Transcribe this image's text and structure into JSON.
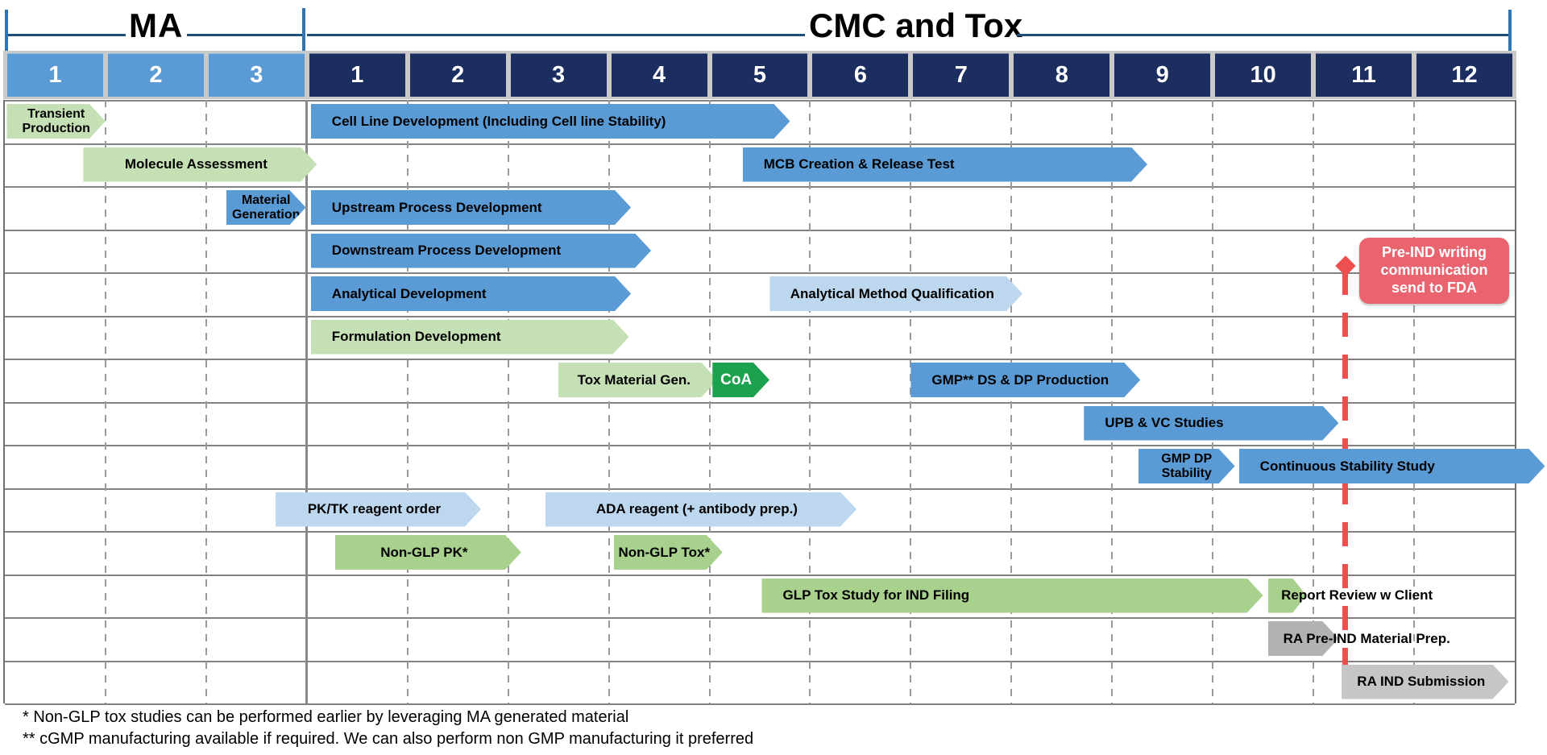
{
  "titles": {
    "ma": "MA",
    "cmc": "CMC and Tox"
  },
  "header": {
    "ma_months": [
      "1",
      "2",
      "3"
    ],
    "cmc_months": [
      "1",
      "2",
      "3",
      "4",
      "5",
      "6",
      "7",
      "8",
      "9",
      "10",
      "11",
      "12"
    ]
  },
  "palette": {
    "blue": "#5b9bd5",
    "lightBlue": "#bdd7ee",
    "lightGreen": "#c5e0b4",
    "medGreen": "#a9d18e",
    "coaGreen": "#1ca24f",
    "gray1": "#b2b2b2",
    "gray2": "#c6c6c6",
    "headerBlue": "#5b9bd5",
    "headerNavy": "#1b2e5f",
    "bracketBlue": "#2e75b6",
    "red": "#e9646f"
  },
  "timeline": {
    "columns_total": 15,
    "ma_columns": 3,
    "cmc_columns": 12,
    "rows": [
      {
        "bars": [
          {
            "id": "transient-production",
            "start": 0.02,
            "end": 1.0,
            "color": "lightGreen",
            "lines": [
              "Transient",
              "Production"
            ]
          },
          {
            "id": "cell-line-development",
            "start": 3.04,
            "end": 7.8,
            "color": "blue",
            "label": "Cell Line Development (Including Cell line Stability)",
            "align": "left"
          }
        ]
      },
      {
        "bars": [
          {
            "id": "molecule-assessment",
            "start": 0.78,
            "end": 3.02,
            "color": "lightGreen",
            "label": "Molecule Assessment"
          },
          {
            "id": "mcb-creation-release-test",
            "start": 7.33,
            "end": 11.35,
            "color": "blue",
            "label": "MCB Creation & Release Test",
            "align": "left"
          }
        ]
      },
      {
        "bars": [
          {
            "id": "material-generation",
            "start": 2.2,
            "end": 2.99,
            "color": "blue",
            "lines": [
              "Material",
              "Generation"
            ]
          },
          {
            "id": "upstream-process-development",
            "start": 3.04,
            "end": 6.22,
            "color": "blue",
            "label": "Upstream Process Development",
            "align": "left"
          }
        ]
      },
      {
        "bars": [
          {
            "id": "downstream-process-development",
            "start": 3.04,
            "end": 6.42,
            "color": "blue",
            "label": "Downstream Process Development",
            "align": "left"
          }
        ]
      },
      {
        "bars": [
          {
            "id": "analytical-development",
            "start": 3.04,
            "end": 6.22,
            "color": "blue",
            "label": "Analytical Development",
            "align": "left"
          },
          {
            "id": "analytical-method-qualification",
            "start": 7.6,
            "end": 10.03,
            "color": "lightBlue",
            "label": "Analytical Method Qualification"
          }
        ]
      },
      {
        "bars": [
          {
            "id": "formulation-development",
            "start": 3.04,
            "end": 6.2,
            "color": "lightGreen",
            "label": "Formulation Development",
            "align": "left"
          }
        ]
      },
      {
        "bars": [
          {
            "id": "tox-material-gen",
            "start": 5.5,
            "end": 7.0,
            "color": "lightGreen",
            "label": "Tox Material Gen."
          },
          {
            "id": "coa-milestone",
            "start": 7.03,
            "end": 7.5,
            "color": "coaGreen",
            "label": "CoA",
            "white_text": true
          },
          {
            "id": "gmp-ds-dp-production",
            "start": 9.0,
            "end": 11.28,
            "color": "blue",
            "label": "GMP** DS & DP Production",
            "align": "left"
          }
        ]
      },
      {
        "bars": [
          {
            "id": "upb-vc-studies",
            "start": 10.72,
            "end": 13.25,
            "color": "blue",
            "label": "UPB & VC Studies",
            "align": "left"
          }
        ]
      },
      {
        "bars": [
          {
            "id": "gmp-dp-stability",
            "start": 11.26,
            "end": 12.22,
            "color": "blue",
            "lines": [
              "GMP DP",
              "Stability"
            ]
          },
          {
            "id": "continuous-stability-study",
            "start": 12.26,
            "end": 15.3,
            "color": "blue",
            "label": "Continuous Stability Study",
            "align": "left"
          }
        ]
      },
      {
        "bars": [
          {
            "id": "pk-tk-reagent-order",
            "start": 2.69,
            "end": 4.65,
            "color": "lightBlue",
            "label": "PK/TK reagent order"
          },
          {
            "id": "ada-reagent",
            "start": 5.37,
            "end": 8.38,
            "color": "lightBlue",
            "label": "ADA reagent (+ antibody prep.)"
          }
        ]
      },
      {
        "bars": [
          {
            "id": "non-glp-pk",
            "start": 3.28,
            "end": 5.05,
            "color": "medGreen",
            "label": "Non-GLP PK*"
          },
          {
            "id": "non-glp-tox",
            "start": 6.05,
            "end": 7.05,
            "color": "medGreen",
            "label": "Non-GLP Tox*"
          }
        ]
      },
      {
        "bars": [
          {
            "id": "glp-tox-study",
            "start": 7.52,
            "end": 12.5,
            "color": "medGreen",
            "label": "GLP Tox Study for IND Filing",
            "align": "left"
          },
          {
            "id": "report-review-arrow",
            "start": 12.55,
            "end": 12.93,
            "color": "medGreen"
          }
        ],
        "labels": [
          {
            "id": "report-review-w-client",
            "x": 12.68,
            "text": "Report Review w Client"
          }
        ]
      },
      {
        "bars": [
          {
            "id": "ra-pre-ind-arrow",
            "start": 12.55,
            "end": 13.25,
            "color": "gray1"
          }
        ],
        "labels": [
          {
            "id": "ra-pre-ind-material-prep",
            "x": 12.7,
            "text": "RA Pre-IND Material Prep."
          }
        ]
      },
      {
        "bars": [
          {
            "id": "ra-ind-submission",
            "start": 13.28,
            "end": 14.86,
            "color": "gray2",
            "label": "RA IND Submission"
          }
        ]
      }
    ]
  },
  "annotation": {
    "lines": [
      "Pre-IND writing",
      "communication",
      "send to FDA"
    ],
    "line_month": 10.33
  },
  "footnotes": [
    "* Non-GLP tox studies can be performed earlier by leveraging MA generated material",
    "** cGMP manufacturing available if required. We can also perform non GMP manufacturing it preferred"
  ]
}
